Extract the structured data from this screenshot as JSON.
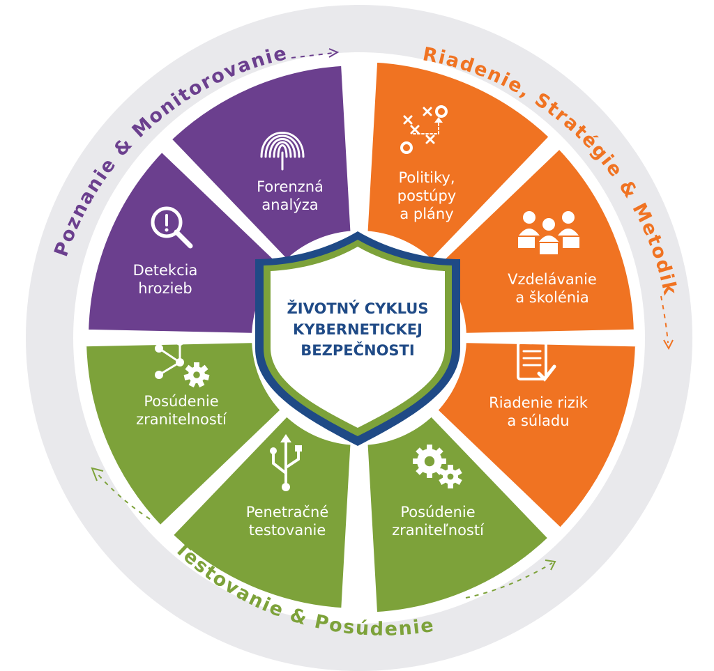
{
  "center": {
    "lines": [
      "ŽIVOTNÝ CYKLUS",
      "KYBERNETICKEJ",
      "BEZPEČNOSTI"
    ]
  },
  "arcs": {
    "top_left": "Poznanie & Monitorovanie",
    "top_right": "Riadenie, Stratégie & Metodika",
    "bottom": "Testovanie & Posúdenie"
  },
  "segments": [
    {
      "id": "forenzna",
      "icon": "fingerprint-icon",
      "lines": [
        "Forenzná",
        "analýza"
      ]
    },
    {
      "id": "politiky",
      "icon": "strategy-play-icon",
      "lines": [
        "Politiky,",
        "postúpy",
        "a plány"
      ]
    },
    {
      "id": "vzdelavanie",
      "icon": "team-training-icon",
      "lines": [
        "Vzdelávanie",
        "a školénia"
      ]
    },
    {
      "id": "riadenie",
      "icon": "checklist-document-icon",
      "lines": [
        "Riadenie rizik",
        "a súladu"
      ]
    },
    {
      "id": "posudenie2",
      "icon": "gears-icon",
      "lines": [
        "Posúdenie",
        "zraniteľností"
      ]
    },
    {
      "id": "penetracne",
      "icon": "usb-icon",
      "lines": [
        "Penetračné",
        "testovanie"
      ]
    },
    {
      "id": "posudenie1",
      "icon": "network-gear-icon",
      "lines": [
        "Posúdenie",
        "zranitelností"
      ]
    },
    {
      "id": "detekcia",
      "icon": "magnifier-alert-icon",
      "lines": [
        "Detekcia",
        "hrozieb"
      ]
    }
  ],
  "colors": {
    "purple": "#6b3f8e",
    "orange": "#f07322",
    "green": "#7da23a",
    "ring": "#e8e8ea",
    "shield_blue": "#1f4a86",
    "shield_green": "#7da23a"
  }
}
